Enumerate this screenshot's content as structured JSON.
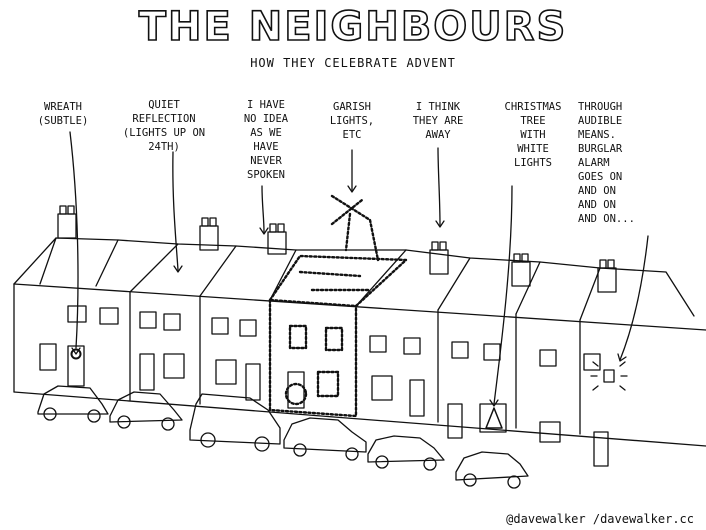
{
  "title": "THE NEIGHBOURS",
  "subtitle": "HOW THEY CELEBRATE ADVENT",
  "annotations": [
    {
      "text": "WREATH\n(SUBTLE)"
    },
    {
      "text": "QUIET\nREFLECTION\n(LIGHTS UP ON\n24TH)"
    },
    {
      "text": "I HAVE\nNO IDEA\nAS WE\nHAVE\nNEVER\nSPOKEN"
    },
    {
      "text": "GARISH\nLIGHTS,\nETC"
    },
    {
      "text": "I THINK\nTHEY ARE\nAWAY"
    },
    {
      "text": "CHRISTMAS\nTREE\nWITH\nWHITE\nLIGHTS"
    },
    {
      "text": "THROUGH\nAUDIBLE\nMEANS.\nBURGLAR\nALARM\nGOES ON\nAND ON\nAND ON\nAND ON..."
    }
  ],
  "credit": "@davewalker /davewalker.cc",
  "icons": [
    "wreath-icon",
    "garish-lights-decoration",
    "christmas-tree-icon",
    "burglar-alarm-icon",
    "car-icon",
    "van-icon"
  ]
}
